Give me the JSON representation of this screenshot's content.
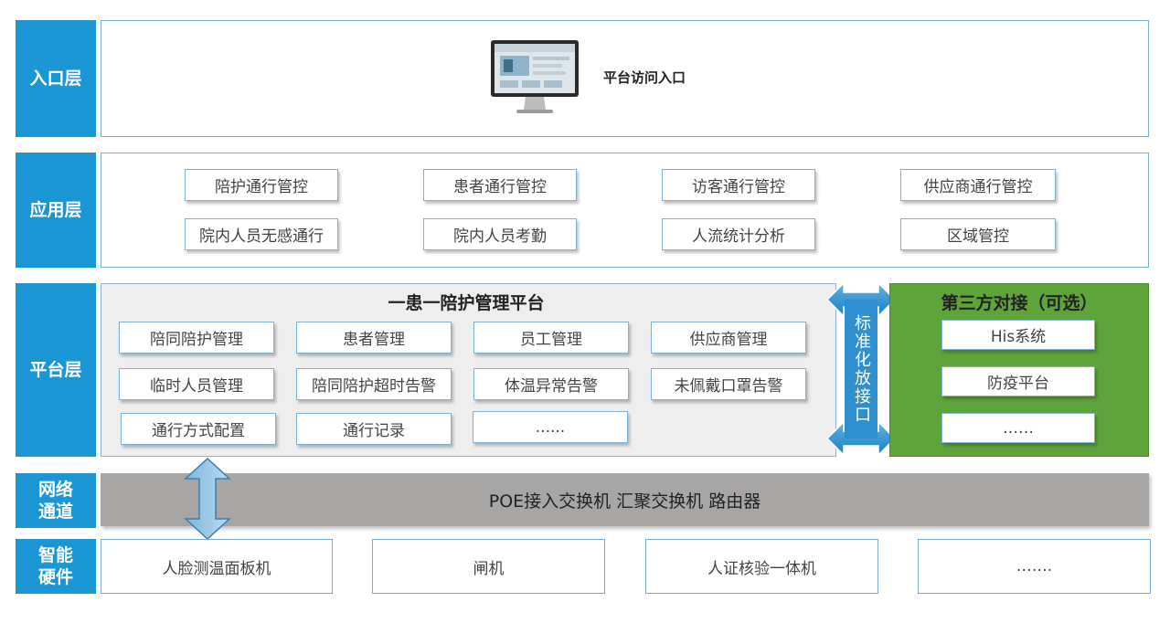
{
  "layers": {
    "entry": "入口层",
    "application": "应用层",
    "platform": "平台层",
    "network": [
      "网络",
      "通道"
    ],
    "hardware": [
      "智能",
      "硬件"
    ]
  },
  "entry": {
    "label": "平台访问入口",
    "icon": "monitor-icon"
  },
  "application": {
    "items": [
      "陪护通行管控",
      "患者通行管控",
      "访客通行管控",
      "供应商通行管控",
      "院内人员无感通行",
      "院内人员考勤",
      "人流统计分析",
      "区域管控"
    ]
  },
  "platform": {
    "title": "一患一陪护管理平台",
    "items": [
      "陪同陪护管理",
      "患者管理",
      "员工管理",
      "供应商管理",
      "临时人员管理",
      "陪同陪护超时告警",
      "体温异常告警",
      "未佩戴口罩告警",
      "通行方式配置",
      "通行记录",
      "......"
    ]
  },
  "interface": {
    "label": "标准化放接口"
  },
  "third_party": {
    "title": "第三方对接（可选）",
    "items": [
      "His系统",
      "防疫平台",
      "……"
    ]
  },
  "network": {
    "label": "POE接入交换机  汇聚交换机  路由器"
  },
  "hardware": {
    "items": [
      "人脸测温面板机",
      "闸机",
      "人证核验一体机",
      "……."
    ]
  },
  "colors": {
    "layer_blue": "#1a96d4",
    "third_party_green": "#5fa43a",
    "network_grey": "#a8a5a5"
  }
}
